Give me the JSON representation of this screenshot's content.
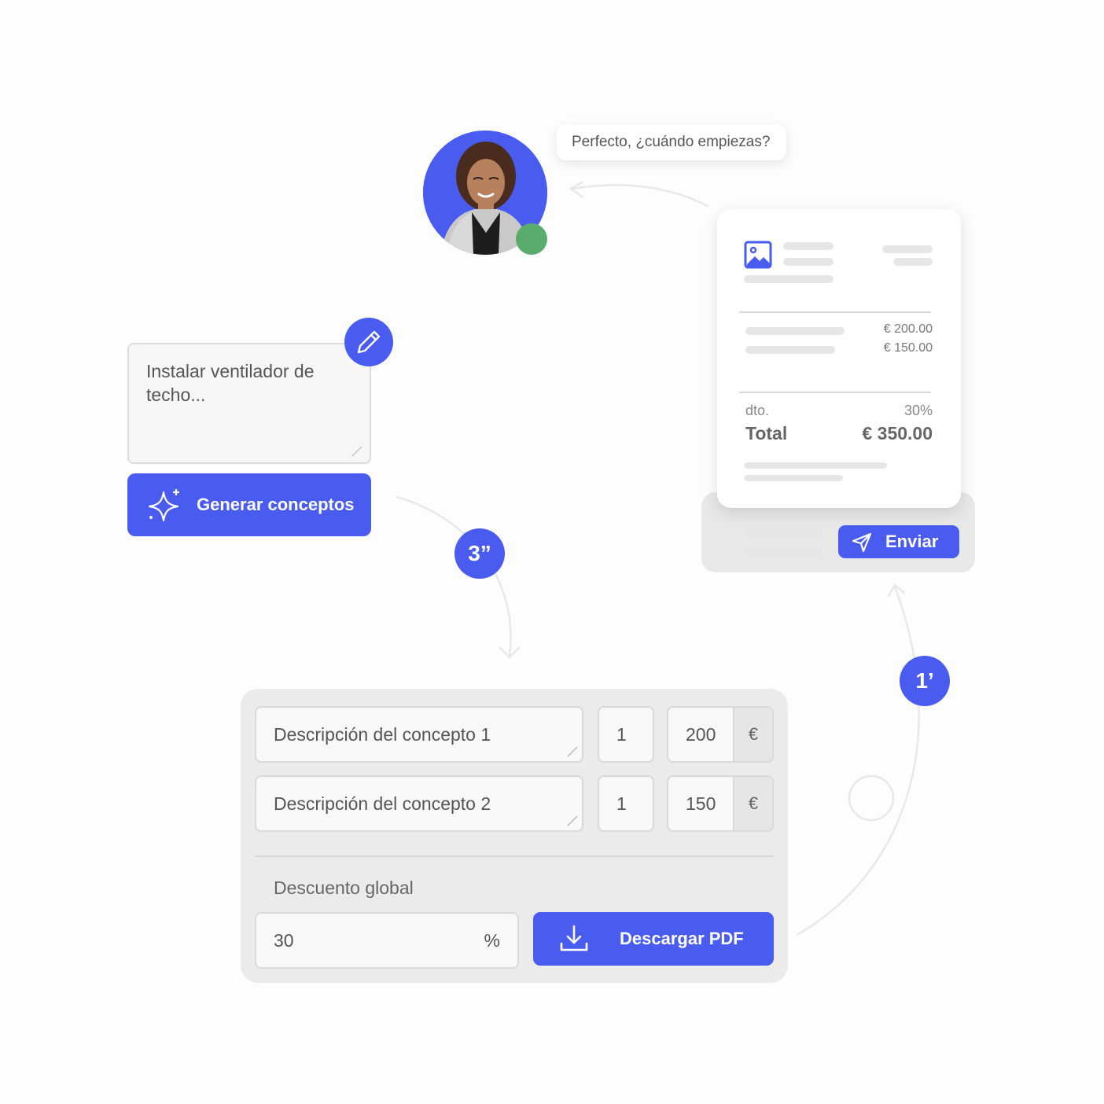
{
  "chat": {
    "message": "Perfecto, ¿cuándo empiezas?",
    "status": "online"
  },
  "prompt_box": {
    "text": "Instalar ventilador de techo...",
    "generate_label": "Generar conceptos"
  },
  "steps": {
    "step_a": "3”",
    "step_b": "1’"
  },
  "invoice": {
    "lines": [
      "€ 200.00",
      "€ 150.00"
    ],
    "discount_label": "dto.",
    "discount_value": "30%",
    "total_label": "Total",
    "total_value": "€ 350.00",
    "send_label": "Enviar"
  },
  "form": {
    "rows": [
      {
        "description": "Descripción del concepto 1",
        "qty": "1",
        "price": "200",
        "currency": "€"
      },
      {
        "description": "Descripción del concepto 2",
        "qty": "1",
        "price": "150",
        "currency": "€"
      }
    ],
    "discount_heading": "Descuento global",
    "discount_value": "30",
    "discount_unit": "%",
    "download_label": "Descargar PDF"
  },
  "colors": {
    "accent": "#4a5cf0",
    "online": "#5aac6e"
  },
  "icons": {
    "edit": "pencil-icon",
    "generate": "sparkles-icon",
    "send": "paper-plane-icon",
    "download": "download-icon",
    "invoice_logo": "image-icon"
  }
}
